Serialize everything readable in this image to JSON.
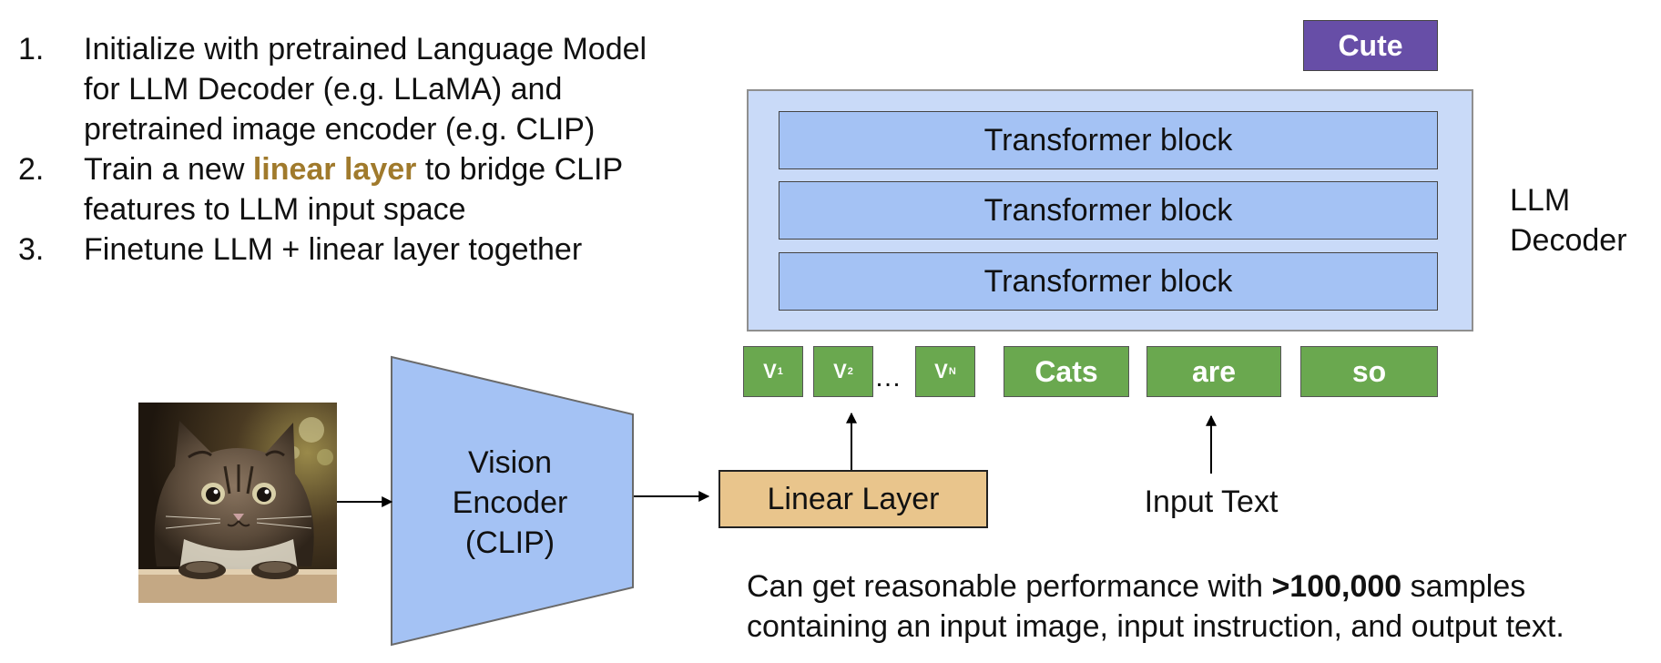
{
  "steps": [
    {
      "num": "1.",
      "line1": "Initialize with pretrained Language Model",
      "line2": "for LLM Decoder (e.g. LLaMA) and",
      "line3": "pretrained image encoder (e.g. CLIP)"
    },
    {
      "num": "2.",
      "before": "Train a new ",
      "highlight": "linear layer",
      "after": " to bridge CLIP",
      "line2": "features to LLM input space"
    },
    {
      "num": "3.",
      "text": "Finetune LLM + linear layer together"
    }
  ],
  "output_token": "Cute",
  "transformer_blocks": [
    "Transformer block",
    "Transformer block",
    "Transformer block"
  ],
  "llm_label": {
    "line1": "LLM",
    "line2": "Decoder"
  },
  "visual_tokens": [
    {
      "base": "V",
      "sub": "1"
    },
    {
      "base": "V",
      "sub": "2"
    },
    {
      "base": "V",
      "sub": "N"
    }
  ],
  "ellipsis": "…",
  "text_tokens": [
    "Cats",
    "are",
    "so"
  ],
  "linear_layer": "Linear Layer",
  "input_text": "Input Text",
  "vision_encoder": {
    "line1": "Vision",
    "line2": "Encoder",
    "line3": "(CLIP)"
  },
  "note": {
    "before": "Can get reasonable performance with ",
    "bold": ">100,000",
    "after": " samples",
    "line2": "containing an input image, input instruction, and output text."
  },
  "colors": {
    "outer_box": "#c9daf8",
    "transformer_block": "#a4c2f4",
    "token": "#6aa84f",
    "cute": "#674ea7",
    "linear_layer": "#e9c58c",
    "highlight": "#a07a2c"
  }
}
